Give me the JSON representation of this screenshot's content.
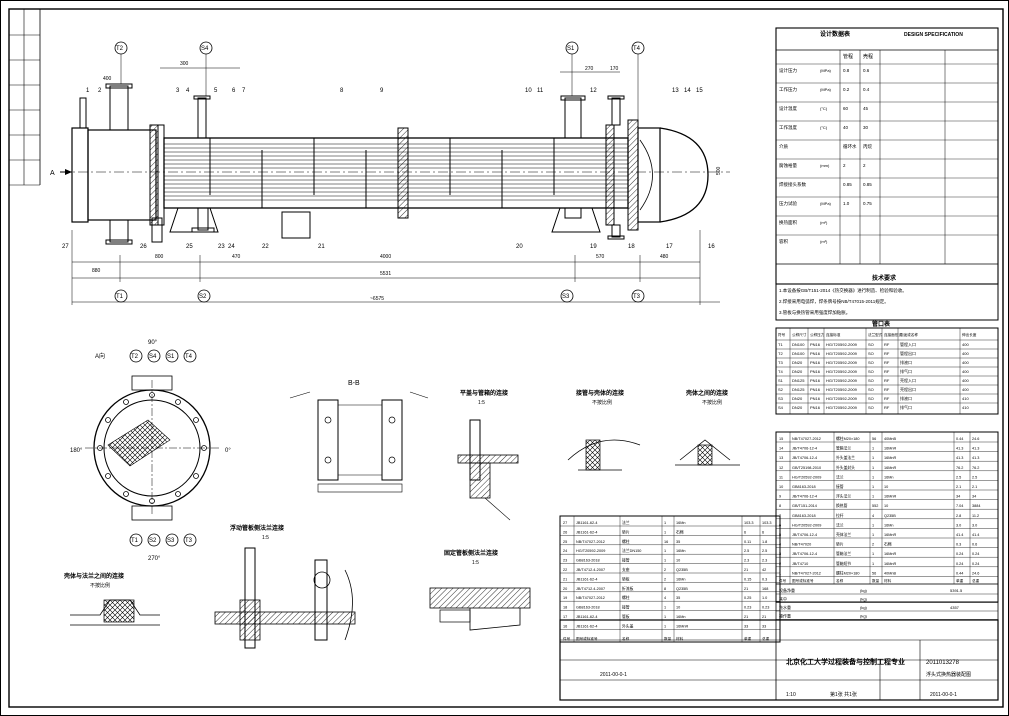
{
  "balloons_main": [
    {
      "id": "T2"
    },
    {
      "id": "S4"
    },
    {
      "id": "S1"
    },
    {
      "id": "T4"
    },
    {
      "id": "T1"
    },
    {
      "id": "S2"
    },
    {
      "id": "S3"
    },
    {
      "id": "T3"
    }
  ],
  "part_numbers_top": [
    "1",
    "2",
    "3",
    "4",
    "5",
    "6",
    "7",
    "8",
    "9",
    "10",
    "11",
    "12",
    "13",
    "14",
    "15"
  ],
  "part_numbers_bottom": [
    "27",
    "26",
    "25",
    "24",
    "23",
    "22",
    "21",
    "20",
    "19",
    "18",
    "17",
    "16"
  ],
  "main_dims": {
    "d_880": "880",
    "d_800": "800",
    "d_300": "300",
    "d_270": "270",
    "d_470": "470",
    "d_4000": "4000",
    "d_570": "570",
    "d_5531": "5531",
    "d_total": "~6575",
    "d_170": "170",
    "d_480": "480",
    "d_500": "500",
    "d_400": "400",
    "arrow_a": "A"
  },
  "view_a": {
    "title": "A向",
    "angles": [
      "90°",
      "180°",
      "0°",
      "270°"
    ],
    "balloons_top": [
      "T2",
      "S4",
      "S1",
      "T4"
    ],
    "balloons_bottom": [
      "T1",
      "S2",
      "S3",
      "T3"
    ]
  },
  "view_b": {
    "title": "B-B"
  },
  "detail_titles": [
    "平盖与管箱的连接",
    "接管与壳体的连接",
    "壳体之间的连接",
    "浮动管板侧法兰连接",
    "固定管板侧法兰连接",
    "壳体与法兰之间的连接"
  ],
  "detail_scales": [
    "1:5",
    "不按比例",
    "不按比例",
    "1:5",
    "1:5",
    "不按比例"
  ],
  "spec": {
    "title_cn": "设计数据表",
    "title_en": "DESIGN SPECIFICATION",
    "side_label": "管程",
    "side_label2": "壳程",
    "rows": [
      {
        "name": "设计压力",
        "unit": "(MPa)",
        "tube": "0.8",
        "shell": "0.6"
      },
      {
        "name": "工作压力",
        "unit": "(MPa)",
        "tube": "0.2",
        "shell": "0.4"
      },
      {
        "name": "设计温度",
        "unit": "(°C)",
        "tube": "60",
        "shell": "45"
      },
      {
        "name": "工作温度",
        "unit": "(°C)",
        "tube": "40",
        "shell": "30"
      },
      {
        "name": "介质",
        "unit": "",
        "tube": "循环水",
        "shell": "丙烷"
      },
      {
        "name": "腐蚀裕量",
        "unit": "(mm)",
        "tube": "2",
        "shell": "2"
      },
      {
        "name": "焊接接头系数",
        "unit": "",
        "tube": "0.85",
        "shell": "0.85"
      },
      {
        "name": "压力试验",
        "unit": "(MPa)",
        "tube": "1.0",
        "shell": "0.75"
      },
      {
        "name": "换热面积",
        "unit": "(m²)",
        "tube": "",
        "shell": ""
      },
      {
        "name": "容积",
        "unit": "(m³)",
        "tube": "",
        "shell": ""
      }
    ]
  },
  "requirements": {
    "title": "技术要求",
    "lines": [
      "1.本设备按GB/T151-2014《热交换器》进行制造、检验和验收。",
      "2.焊接采用电弧焊，焊条牌号按NB/T47015-2011规定。",
      "3.管板与换热管采用强度焊加贴胀。"
    ]
  },
  "nozzles": {
    "title": "管口表",
    "header": [
      "符号",
      "公称尺寸",
      "公称压力",
      "连接标准",
      "法兰型式",
      "连接面形式",
      "用途或名称",
      "伸出长度"
    ],
    "rows": [
      [
        "T1",
        "DN100",
        "PN16",
        "HG/T20592-2009",
        "SO",
        "RF",
        "管程入口",
        "400"
      ],
      [
        "T2",
        "DN100",
        "PN16",
        "HG/T20592-2009",
        "SO",
        "RF",
        "管程出口",
        "400"
      ],
      [
        "T3",
        "DN20",
        "PN16",
        "HG/T20592-2009",
        "SO",
        "RF",
        "排液口",
        "400"
      ],
      [
        "T4",
        "DN20",
        "PN16",
        "HG/T20592-2009",
        "SO",
        "RF",
        "排气口",
        "400"
      ],
      [
        "S1",
        "DN125",
        "PN16",
        "HG/T20592-2009",
        "SO",
        "RF",
        "壳程入口",
        "400"
      ],
      [
        "S2",
        "DN125",
        "PN16",
        "HG/T20592-2009",
        "SO",
        "RF",
        "壳程出口",
        "400"
      ],
      [
        "S3",
        "DN20",
        "PN16",
        "HG/T20592-2009",
        "SO",
        "RF",
        "排液口",
        "410"
      ],
      [
        "S4",
        "DN20",
        "PN16",
        "HG/T20592-2009",
        "SO",
        "RF",
        "排气口",
        "410"
      ]
    ]
  },
  "bom_upper": {
    "rows": [
      [
        "15",
        "NB/T47027-2012",
        "螺柱M20×180",
        "56",
        "40MnB",
        "0.44",
        "24.6"
      ],
      [
        "14",
        "JB/T4706-12-4",
        "管箱法兰",
        "1",
        "16MnR",
        "41.3",
        "41.3"
      ],
      [
        "13",
        "JB/T4706-12-4",
        "外头盖法兰",
        "1",
        "16MnR",
        "41.3",
        "41.3"
      ],
      [
        "12",
        "GB/T25198-2010",
        "外头盖封头",
        "1",
        "16MnR",
        "76.2",
        "76.2"
      ],
      [
        "11",
        "HG/T20592-2009",
        "法兰",
        "1",
        "16Mn",
        "2.5",
        "2.5"
      ],
      [
        "10",
        "GB8163-2018",
        "接管",
        "1",
        "10",
        "2.1",
        "2.1"
      ],
      [
        "9",
        "JB/T4706-12-4",
        "浮头法兰",
        "1",
        "16MnR",
        "34",
        "34"
      ],
      [
        "8",
        "GB/T151-2014",
        "换热管",
        "552",
        "10",
        "7.04",
        "3884"
      ],
      [
        "7",
        "GB8163-2018",
        "拉杆",
        "4",
        "Q235B",
        "2.8",
        "11.2"
      ],
      [
        "6",
        "HG/T20592-2009",
        "法兰",
        "1",
        "16Mn",
        "3.0",
        "3.0"
      ],
      [
        "5",
        "JB/T4706-12-4",
        "壳体法兰",
        "1",
        "16MnR",
        "41.4",
        "41.4"
      ],
      [
        "4",
        "NB/T47020",
        "垫片",
        "2",
        "石棉",
        "0.3",
        "0.6"
      ],
      [
        "3",
        "JB/T4706-12-4",
        "管箱法兰",
        "1",
        "16MnR",
        "0.24",
        "0.24"
      ],
      [
        "2",
        "JB/T4710",
        "管箱短节",
        "1",
        "16MnR",
        "0.24",
        "0.24"
      ],
      [
        "1",
        "NB/T47027-2012",
        "螺柱M20×180",
        "56",
        "40MnB",
        "0.44",
        "24.6"
      ]
    ],
    "header": [
      "件号",
      "图号或标准号",
      "名称",
      "数量",
      "材料",
      "单重",
      "总重"
    ]
  },
  "bom_lower": {
    "rows": [
      [
        "27",
        "JB1161-62-4",
        "法兰",
        "1",
        "16Mn",
        "103.3",
        "103.3"
      ],
      [
        "26",
        "JB1161-62-4",
        "垫片",
        "1",
        "石棉",
        "6",
        "6"
      ],
      [
        "25",
        "NB/T47027-2012",
        "螺柱",
        "16",
        "35",
        "0.11",
        "1.8"
      ],
      [
        "24",
        "HG/T20592-2009",
        "法兰DN150",
        "1",
        "16Mn",
        "2.5",
        "2.5"
      ],
      [
        "23",
        "GB8163-2018",
        "接管",
        "1",
        "10",
        "2.3",
        "2.3"
      ],
      [
        "22",
        "JB/T4712.4-2007",
        "支座",
        "2",
        "Q235B",
        "21",
        "42"
      ],
      [
        "21",
        "JB1161-62-4",
        "垫板",
        "2",
        "16Mn",
        "0.15",
        "0.3"
      ],
      [
        "20",
        "JB/T4712.4-2007",
        "折流板",
        "8",
        "Q235B",
        "21",
        "168"
      ],
      [
        "19",
        "NB/T47027-2012",
        "螺柱",
        "4",
        "35",
        "0.25",
        "1.0"
      ],
      [
        "18",
        "GB8163-2018",
        "接管",
        "1",
        "10",
        "0.23",
        "0.23"
      ],
      [
        "17",
        "JB1161-62-4",
        "管板",
        "1",
        "16Mn",
        "21",
        "21"
      ],
      [
        "16",
        "JB1161-62-4",
        "外头盖",
        "1",
        "16MnR",
        "33",
        "33"
      ]
    ],
    "header": [
      "件号",
      "图号或标准号",
      "名称",
      "数量",
      "材料",
      "单重",
      "总重"
    ]
  },
  "title_block": {
    "school": "北京化工大学过程装备与控制工程专业",
    "id": "2011013278",
    "drawing_name": "浮头式换热器装配图",
    "drawing_no": "2011-00-0-1",
    "scale": "1:10",
    "sheet": "第1张 共1张"
  },
  "weights": {
    "rows": [
      [
        "设备净重",
        "(kg)",
        "5391.5"
      ],
      [
        "其中",
        "(kg)",
        ""
      ],
      [
        "充水重",
        "(kg)",
        "4357"
      ],
      [
        "操作重",
        "(kg)",
        ""
      ]
    ]
  }
}
